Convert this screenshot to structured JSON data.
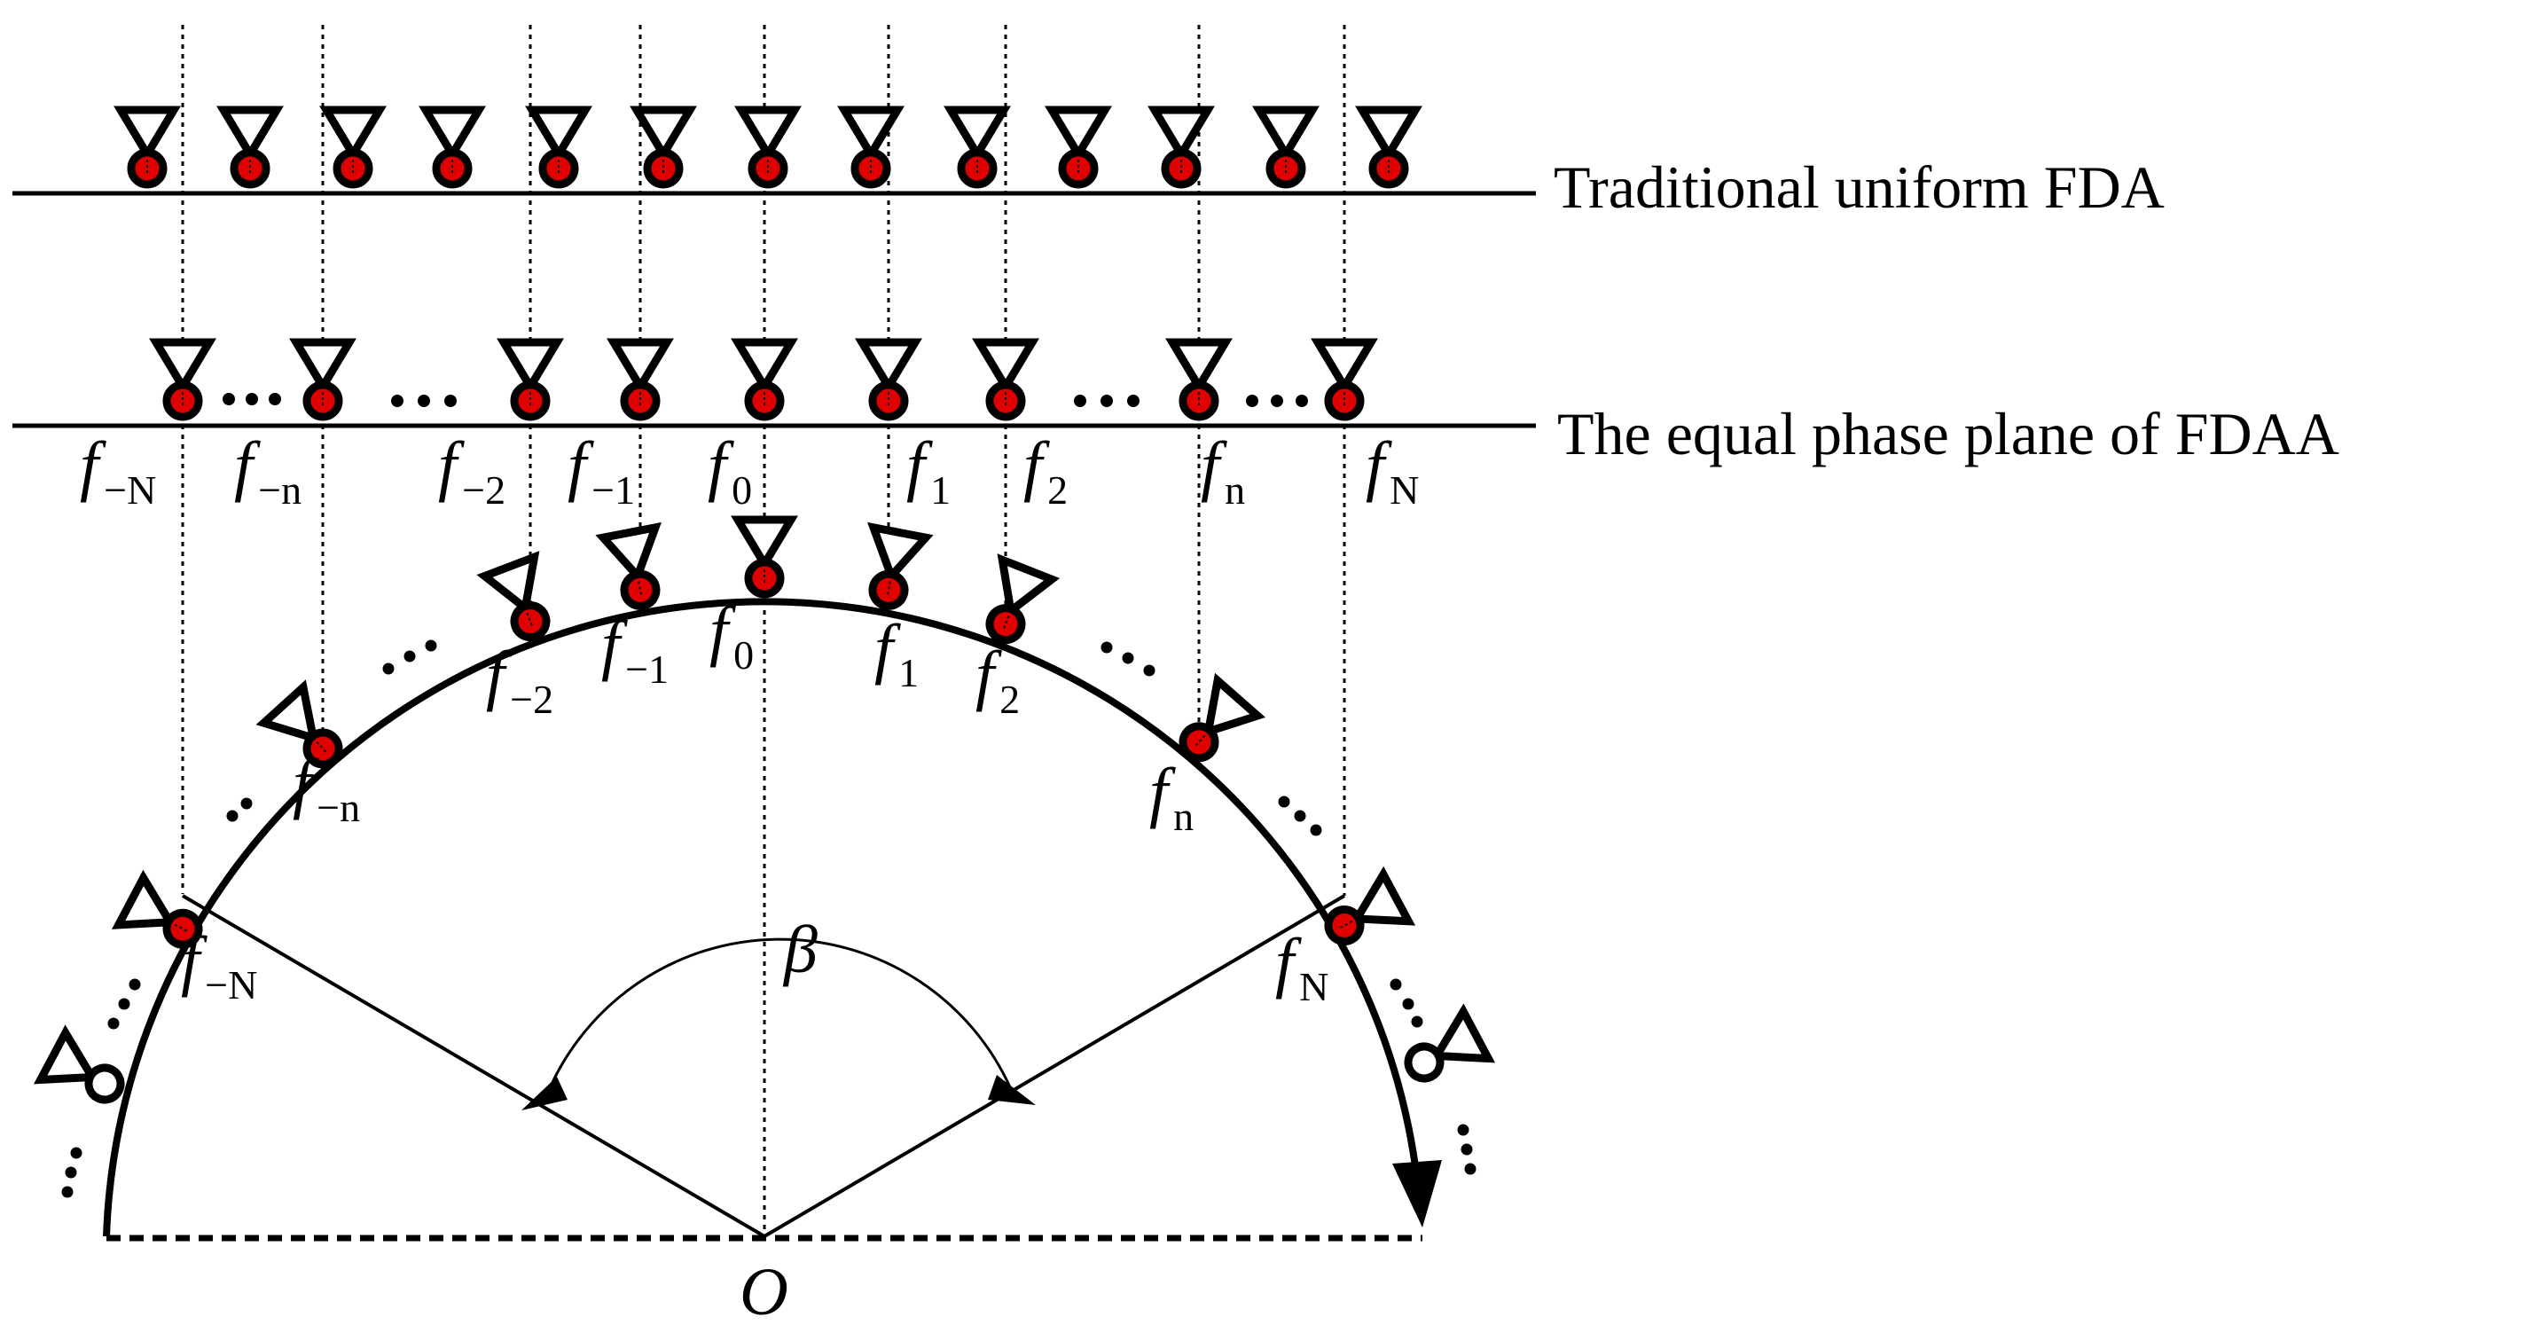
{
  "labels": {
    "traditional": "Traditional uniform FDA",
    "equal_phase": "The equal phase plane of FDAA",
    "angle": "β",
    "origin": "O"
  },
  "frequency_symbol": "f",
  "frequency_subscripts": [
    "−N",
    "−n",
    "−2",
    "−1",
    "0",
    "1",
    "2",
    "n",
    "N"
  ],
  "colors": {
    "line": "#000000",
    "element_fill": "#e00000",
    "background": "#ffffff"
  },
  "icons": {
    "antenna_element": "triangle-over-circle",
    "inactive_element": "open-circle"
  }
}
